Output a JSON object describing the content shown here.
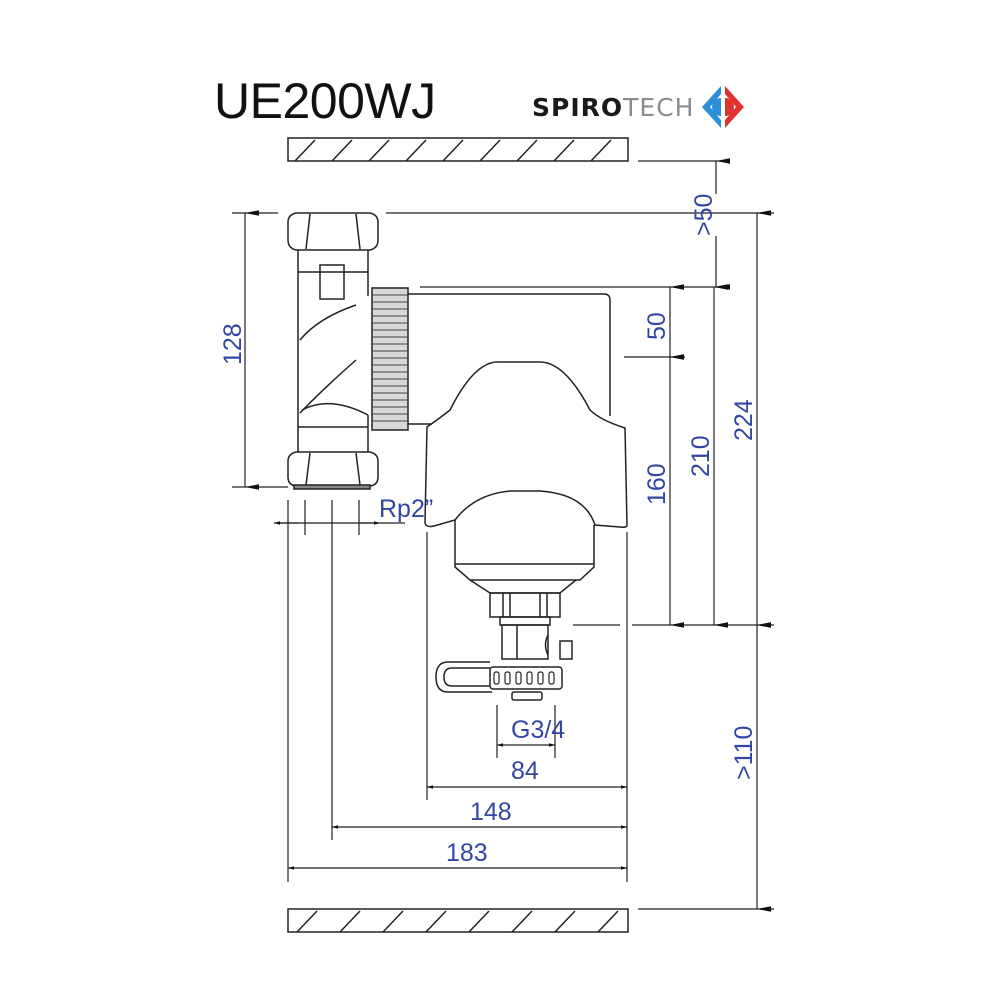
{
  "header": {
    "model": "UE200WJ",
    "brand_bold": "SPIRO",
    "brand_light": "TECH",
    "brand_logo": "spirotech-diamond-logo"
  },
  "colors": {
    "dimension_text": "#3346a3",
    "line": "#222222",
    "logo_blue": "#2a8fd6",
    "logo_red": "#e0322f"
  },
  "dimensions": {
    "top_clearance": ">50",
    "body_height": "128",
    "offset_top": "50",
    "height_160": "160",
    "height_210": "210",
    "height_224": "224",
    "bottom_clearance": ">110",
    "inlet_thread": "Rp2”",
    "drain_thread": "G3/4",
    "width_84": "84",
    "width_148": "148",
    "width_183": "183"
  }
}
